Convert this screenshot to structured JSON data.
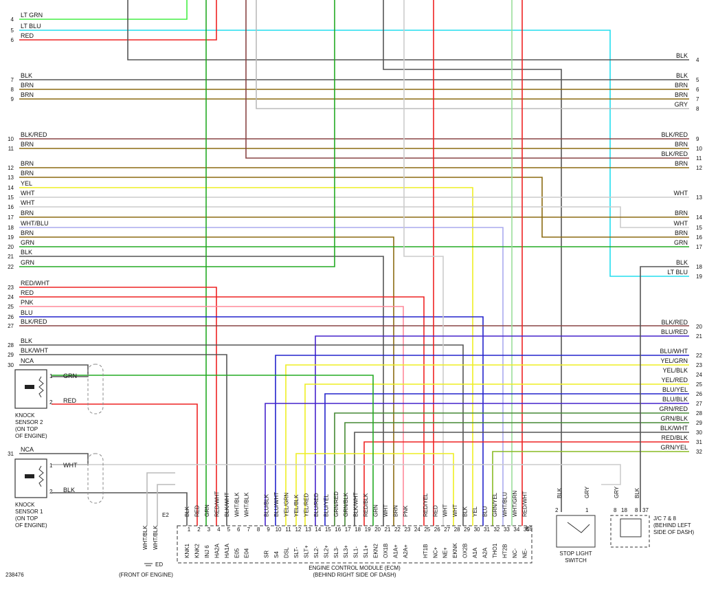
{
  "diagram_id": "238476",
  "left_wires": [
    {
      "n": "4",
      "c": "LT GRN"
    },
    {
      "n": "5",
      "c": "LT BLU"
    },
    {
      "n": "6",
      "c": "RED"
    },
    {
      "n": "7",
      "c": "BLK"
    },
    {
      "n": "8",
      "c": "BRN"
    },
    {
      "n": "9",
      "c": "BRN"
    },
    {
      "n": "10",
      "c": "BLK/RED"
    },
    {
      "n": "11",
      "c": "BRN"
    },
    {
      "n": "12",
      "c": "BRN"
    },
    {
      "n": "13",
      "c": "BRN"
    },
    {
      "n": "14",
      "c": "YEL"
    },
    {
      "n": "15",
      "c": "WHT"
    },
    {
      "n": "16",
      "c": "WHT"
    },
    {
      "n": "17",
      "c": "BRN"
    },
    {
      "n": "18",
      "c": "WHT/BLU"
    },
    {
      "n": "19",
      "c": "BRN"
    },
    {
      "n": "20",
      "c": "GRN"
    },
    {
      "n": "21",
      "c": "BLK"
    },
    {
      "n": "22",
      "c": "GRN"
    },
    {
      "n": "23",
      "c": "RED/WHT"
    },
    {
      "n": "24",
      "c": "RED"
    },
    {
      "n": "25",
      "c": "PNK"
    },
    {
      "n": "26",
      "c": "BLU"
    },
    {
      "n": "27",
      "c": "BLK/RED"
    },
    {
      "n": "28",
      "c": "BLK"
    },
    {
      "n": "29",
      "c": "BLK/WHT"
    },
    {
      "n": "30",
      "c": "NCA"
    },
    {
      "n": "31",
      "c": "NCA"
    }
  ],
  "right_wires": [
    {
      "n": "4",
      "c": "BLK"
    },
    {
      "n": "5",
      "c": "BLK"
    },
    {
      "n": "6",
      "c": "BRN"
    },
    {
      "n": "7",
      "c": "BRN"
    },
    {
      "n": "8",
      "c": "GRY"
    },
    {
      "n": "9",
      "c": "BLK/RED"
    },
    {
      "n": "10",
      "c": "BRN"
    },
    {
      "n": "11",
      "c": "BLK/RED"
    },
    {
      "n": "12",
      "c": "BRN"
    },
    {
      "n": "13",
      "c": "WHT"
    },
    {
      "n": "14",
      "c": "BRN"
    },
    {
      "n": "15",
      "c": "WHT"
    },
    {
      "n": "16",
      "c": "BRN"
    },
    {
      "n": "17",
      "c": "GRN"
    },
    {
      "n": "18",
      "c": "BLK"
    },
    {
      "n": "19",
      "c": "LT BLU"
    },
    {
      "n": "20",
      "c": "BLK/RED"
    },
    {
      "n": "21",
      "c": "BLU/RED"
    },
    {
      "n": "22",
      "c": "BLU/WHT"
    },
    {
      "n": "23",
      "c": "YEL/GRN"
    },
    {
      "n": "24",
      "c": "YEL/BLK"
    },
    {
      "n": "25",
      "c": "YEL/RED"
    },
    {
      "n": "26",
      "c": "BLU/YEL"
    },
    {
      "n": "27",
      "c": "BLU/BLK"
    },
    {
      "n": "28",
      "c": "GRN/RED"
    },
    {
      "n": "29",
      "c": "GRN/BLK"
    },
    {
      "n": "30",
      "c": "BLK/WHT"
    },
    {
      "n": "31",
      "c": "RED/BLK"
    },
    {
      "n": "32",
      "c": "GRN/YEL"
    }
  ],
  "ecm_pins": [
    {
      "n": "1",
      "c": "BLK",
      "f": "KNK1"
    },
    {
      "n": "2",
      "c": "RED",
      "f": "KNK2"
    },
    {
      "n": "3",
      "c": "GRN",
      "f": "INJ 6"
    },
    {
      "n": "4",
      "c": "RED/WHT",
      "f": "HA2A"
    },
    {
      "n": "5",
      "c": "BLK/WHT",
      "f": "HA1A"
    },
    {
      "n": "6",
      "c": "WHT/BLK",
      "f": "E05"
    },
    {
      "n": "7",
      "c": "WHT/BLK",
      "f": "E04"
    },
    {
      "n": "8",
      "c": "",
      "f": ""
    },
    {
      "n": "9",
      "c": "BLU/BLK",
      "f": "SR"
    },
    {
      "n": "10",
      "c": "BLU/WHT",
      "f": "S4"
    },
    {
      "n": "11",
      "c": "YEL/GRN",
      "f": "DSL"
    },
    {
      "n": "12",
      "c": "YEL/BLK",
      "f": "SLT-"
    },
    {
      "n": "13",
      "c": "YEL/RED",
      "f": "SLT+"
    },
    {
      "n": "14",
      "c": "BLU/RED",
      "f": "SL2-"
    },
    {
      "n": "15",
      "c": "BLU/YEL",
      "f": "SL2+"
    },
    {
      "n": "16",
      "c": "GRN/RED",
      "f": "SL3-"
    },
    {
      "n": "17",
      "c": "GRN/BLK",
      "f": "SL3+"
    },
    {
      "n": "18",
      "c": "BLK/WHT",
      "f": "SL1-"
    },
    {
      "n": "19",
      "c": "RED/BLK",
      "f": "SL1+"
    },
    {
      "n": "20",
      "c": "GRN",
      "f": "EKN2"
    },
    {
      "n": "21",
      "c": "WHT",
      "f": "OX1B"
    },
    {
      "n": "22",
      "c": "BRN",
      "f": "A1A+"
    },
    {
      "n": "23",
      "c": "PNK",
      "f": "A2A+"
    },
    {
      "n": "24",
      "c": "",
      "f": ""
    },
    {
      "n": "25",
      "c": "RED/YEL",
      "f": "HT1B"
    },
    {
      "n": "26",
      "c": "RED",
      "f": "NC+"
    },
    {
      "n": "27",
      "c": "WHT",
      "f": "NE+"
    },
    {
      "n": "28",
      "c": "WHT",
      "f": "EKNK"
    },
    {
      "n": "29",
      "c": "BLK",
      "f": "OX2B"
    },
    {
      "n": "30",
      "c": "YEL",
      "f": "A1A"
    },
    {
      "n": "31",
      "c": "BLU",
      "f": "A2A"
    },
    {
      "n": "32",
      "c": "GRN/YEL",
      "f": "THO1"
    },
    {
      "n": "33",
      "c": "WHT/BLU",
      "f": "HT2B"
    },
    {
      "n": "34",
      "c": "WHT/GRN",
      "f": "NC-"
    },
    {
      "n": "35",
      "c": "RED/WHT",
      "f": "NE-"
    }
  ],
  "ecm_connector": "E9",
  "ecm_label_1": "ENGINE CONTROL MODULE (ECM)",
  "ecm_label_2": "(BEHIND RIGHT SIDE OF DASH)",
  "knock2": {
    "pin1": "1",
    "pin2": "2",
    "w1": "GRN",
    "w2": "RED",
    "l1": "KNOCK",
    "l2": "SENSOR 2",
    "l3": "(ON TOP",
    "l4": "OF ENGINE)"
  },
  "knock1": {
    "pin1": "1",
    "pin2": "2",
    "w1": "WHT",
    "w2": "BLK",
    "l1": "KNOCK",
    "l2": "SENSOR 1",
    "l3": "(ON TOP",
    "l4": "OF ENGINE)"
  },
  "ground": {
    "w1": "WHT/BLK",
    "w2": "WHT/BLK",
    "e2": "E2",
    "ed": "ED",
    "label": "(FRONT OF ENGINE)"
  },
  "stop_switch": {
    "p2": "2",
    "p1": "1",
    "w2": "BLK",
    "w1": "GRY",
    "l1": "STOP LIGHT",
    "l2": "SWITCH"
  },
  "jc": {
    "p8a": "8",
    "p18": "18",
    "p8b": "8",
    "p37": "37",
    "w1": "GRY",
    "w2": "BLK",
    "l1": "J/C 7 & 8",
    "l2": "(BEHIND LEFT",
    "l3": "SIDE OF DASH)"
  },
  "colors": {
    "GRN": "#22aa22",
    "LTGRN": "#44ee44",
    "LTBLU": "#22ddee",
    "RED": "#ee2222",
    "BLK": "#555555",
    "BRN": "#8b6a10",
    "YEL": "#eeee22",
    "WHT": "#cccccc",
    "GRY": "#bbbbbb",
    "BLU": "#2222cc",
    "PNK": "#ff8899",
    "BLKRED": "#884444",
    "WHTBLU": "#aaaaee",
    "VIOLET": "#4422cc"
  }
}
